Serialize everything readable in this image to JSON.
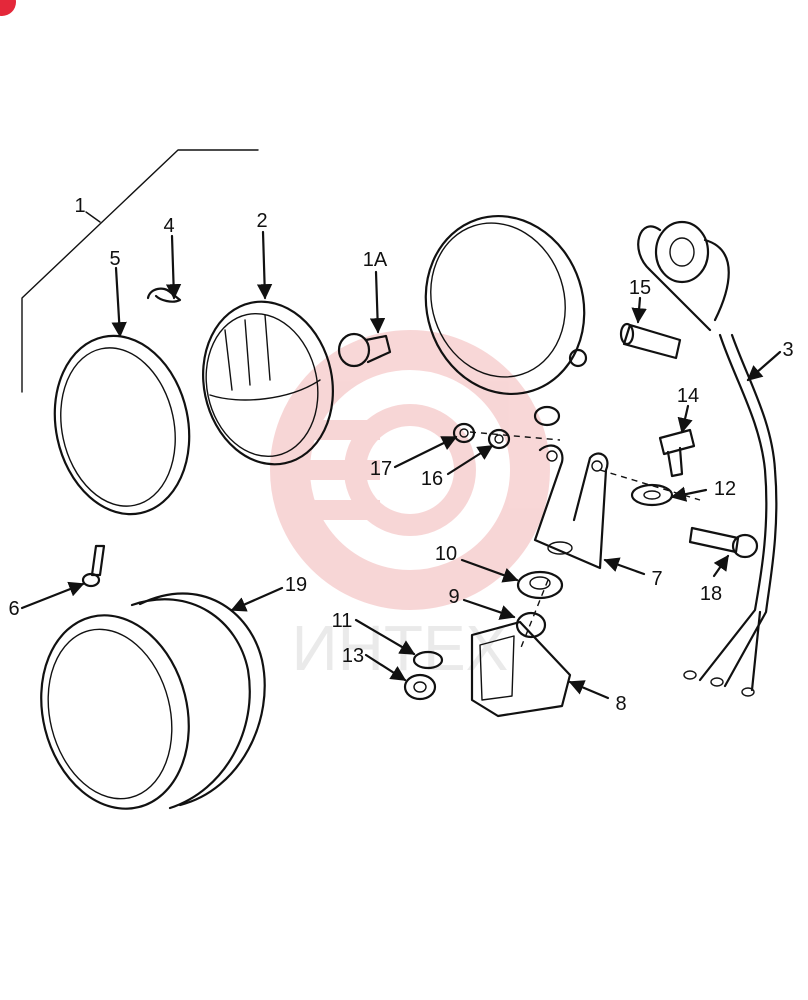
{
  "diagram": {
    "watermark": {
      "text": "ИНТЕХ",
      "color": "#f2b6b6"
    },
    "corner_badge": {
      "color": "#e4283a"
    },
    "callouts": {
      "c1": "1",
      "c1a": "1A",
      "c2": "2",
      "c3": "3",
      "c4": "4",
      "c5": "5",
      "c6": "6",
      "c7": "7",
      "c8": "8",
      "c9": "9",
      "c10": "10",
      "c11": "11",
      "c12": "12",
      "c13": "13",
      "c14": "14",
      "c15": "15",
      "c16": "16",
      "c17": "17",
      "c18": "18",
      "c19": "19"
    }
  }
}
